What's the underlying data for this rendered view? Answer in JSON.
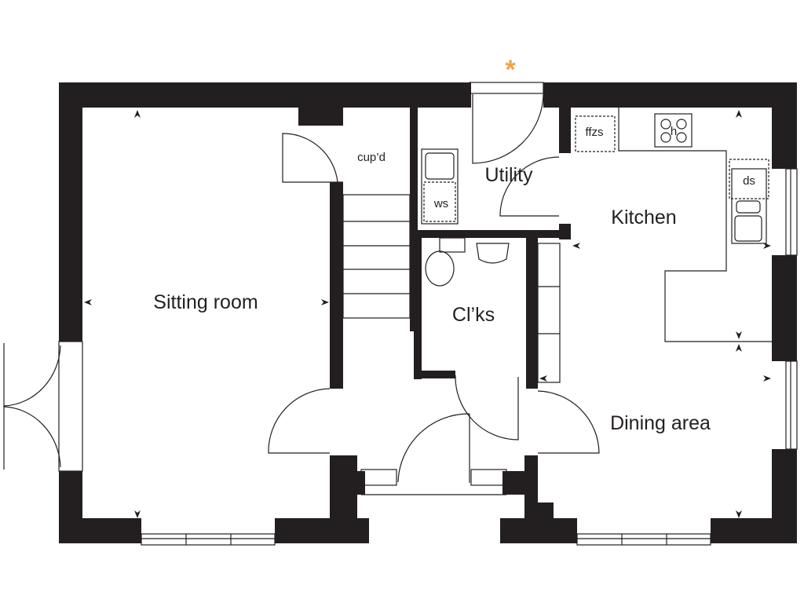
{
  "plan": {
    "rooms": {
      "sitting_room": "Sitting room",
      "kitchen": "Kitchen",
      "utility": "Utility",
      "cloaks": "Cl’ks",
      "dining_area": "Dining area"
    },
    "fixtures": {
      "cupboard": "cup’d",
      "washing_space": "ws",
      "fridge_freezer_space": "ffzs",
      "dishwasher_space": "ds",
      "hob": "h"
    },
    "entrance_marker": "*",
    "colors": {
      "walls": "#231f20",
      "entrance_marker": "#f5a04a"
    }
  }
}
